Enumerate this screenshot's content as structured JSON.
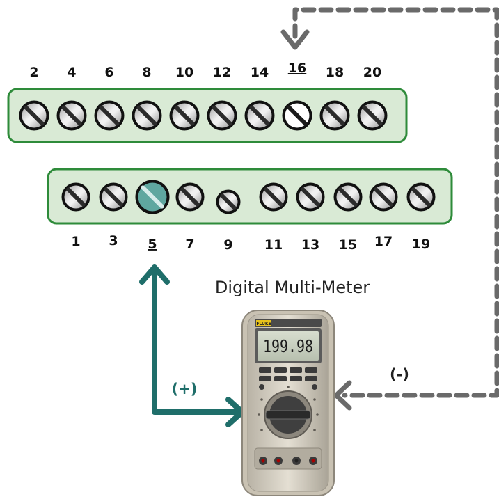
{
  "top_terminal_labels": [
    "2",
    "4",
    "6",
    "8",
    "10",
    "12",
    "14",
    "16",
    "18",
    "20"
  ],
  "bottom_terminal_labels": [
    "1",
    "3",
    "5",
    "7",
    "9",
    "11",
    "13",
    "15",
    "17",
    "19"
  ],
  "highlighted_top_terminal": "16",
  "highlighted_bottom_terminal": "5",
  "meter_title": "Digital Multi-Meter",
  "meter_brand": "FLUKE",
  "meter_reading": "199.98",
  "positive_label": "(+)",
  "negative_label": "(-)",
  "colors": {
    "terminal_block_fill": "#d9ead5",
    "terminal_block_border": "#2e8b3a",
    "positive_wire": "#1f6e6a",
    "negative_wire": "#6a6a6a",
    "highlight_bottom_screw": "#5fa7a0",
    "highlight_top_screw": "#ffffff"
  }
}
